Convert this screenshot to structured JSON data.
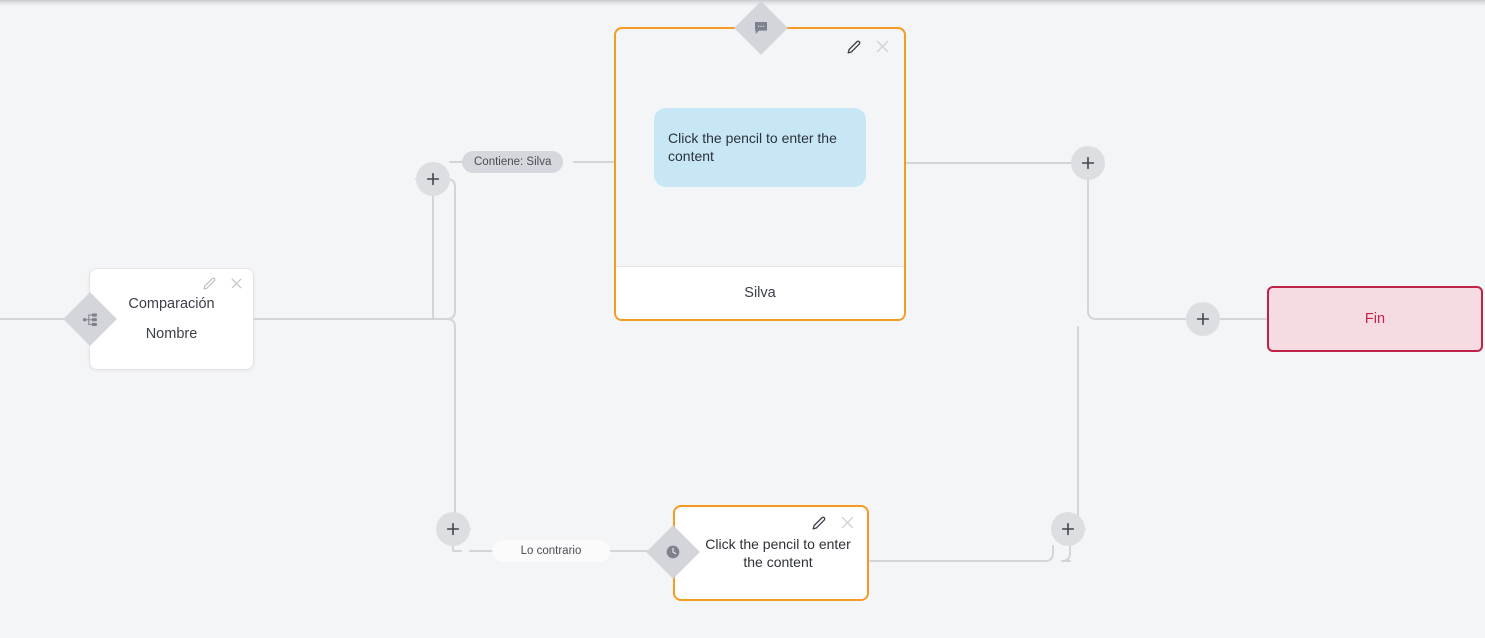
{
  "canvas": {
    "background_color": "#f4f5f7",
    "edge_color": "#d3d5da"
  },
  "nodes": {
    "start": {
      "type": "comparison",
      "icon": "sitemap-icon",
      "title": "Comparación",
      "subtitle": "Nombre",
      "edit_icon": "pencil-icon",
      "close_icon": "close-icon"
    },
    "message": {
      "type": "message",
      "icon": "chat-bubble-icon",
      "bubble_text": "Click the pencil to enter the content",
      "footer_label": "Silva",
      "edit_icon": "pencil-icon",
      "close_icon": "close-icon",
      "accent_color": "#f59a23",
      "bubble_color": "#c7e7f7"
    },
    "delay": {
      "type": "delay",
      "icon": "clock-icon",
      "text": "Click the pencil to enter the content",
      "edit_icon": "pencil-icon",
      "close_icon": "close-icon",
      "accent_color": "#f59a23"
    },
    "end": {
      "type": "end",
      "label": "Fin",
      "accent_color": "#c0234a",
      "fill_color": "#f6dce2"
    }
  },
  "edge_labels": {
    "branch_true": "Contiene: Silva",
    "branch_false": "Lo contrario"
  },
  "add_buttons": [
    {
      "name": "add-node-branch-true",
      "icon": "plus-icon"
    },
    {
      "name": "add-node-branch-false",
      "icon": "plus-icon"
    },
    {
      "name": "add-node-after-message",
      "icon": "plus-icon"
    },
    {
      "name": "add-node-merge",
      "icon": "plus-icon"
    },
    {
      "name": "add-node-after-delay",
      "icon": "plus-icon"
    }
  ]
}
